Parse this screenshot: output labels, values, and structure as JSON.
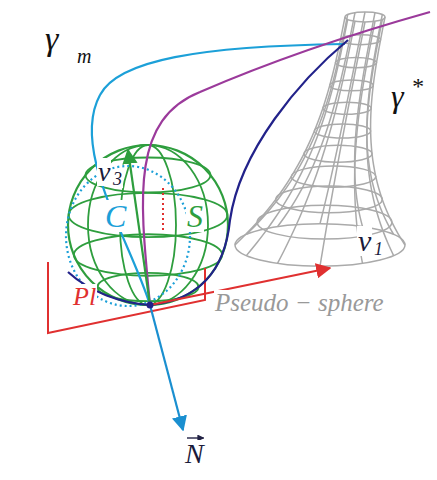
{
  "diagram": {
    "labels": [
      "γ",
      "m",
      "γ",
      "*",
      "v",
      "3",
      "C",
      "S",
      "v",
      "1",
      "Pl",
      "Pseudo − sphere",
      "N"
    ]
  }
}
